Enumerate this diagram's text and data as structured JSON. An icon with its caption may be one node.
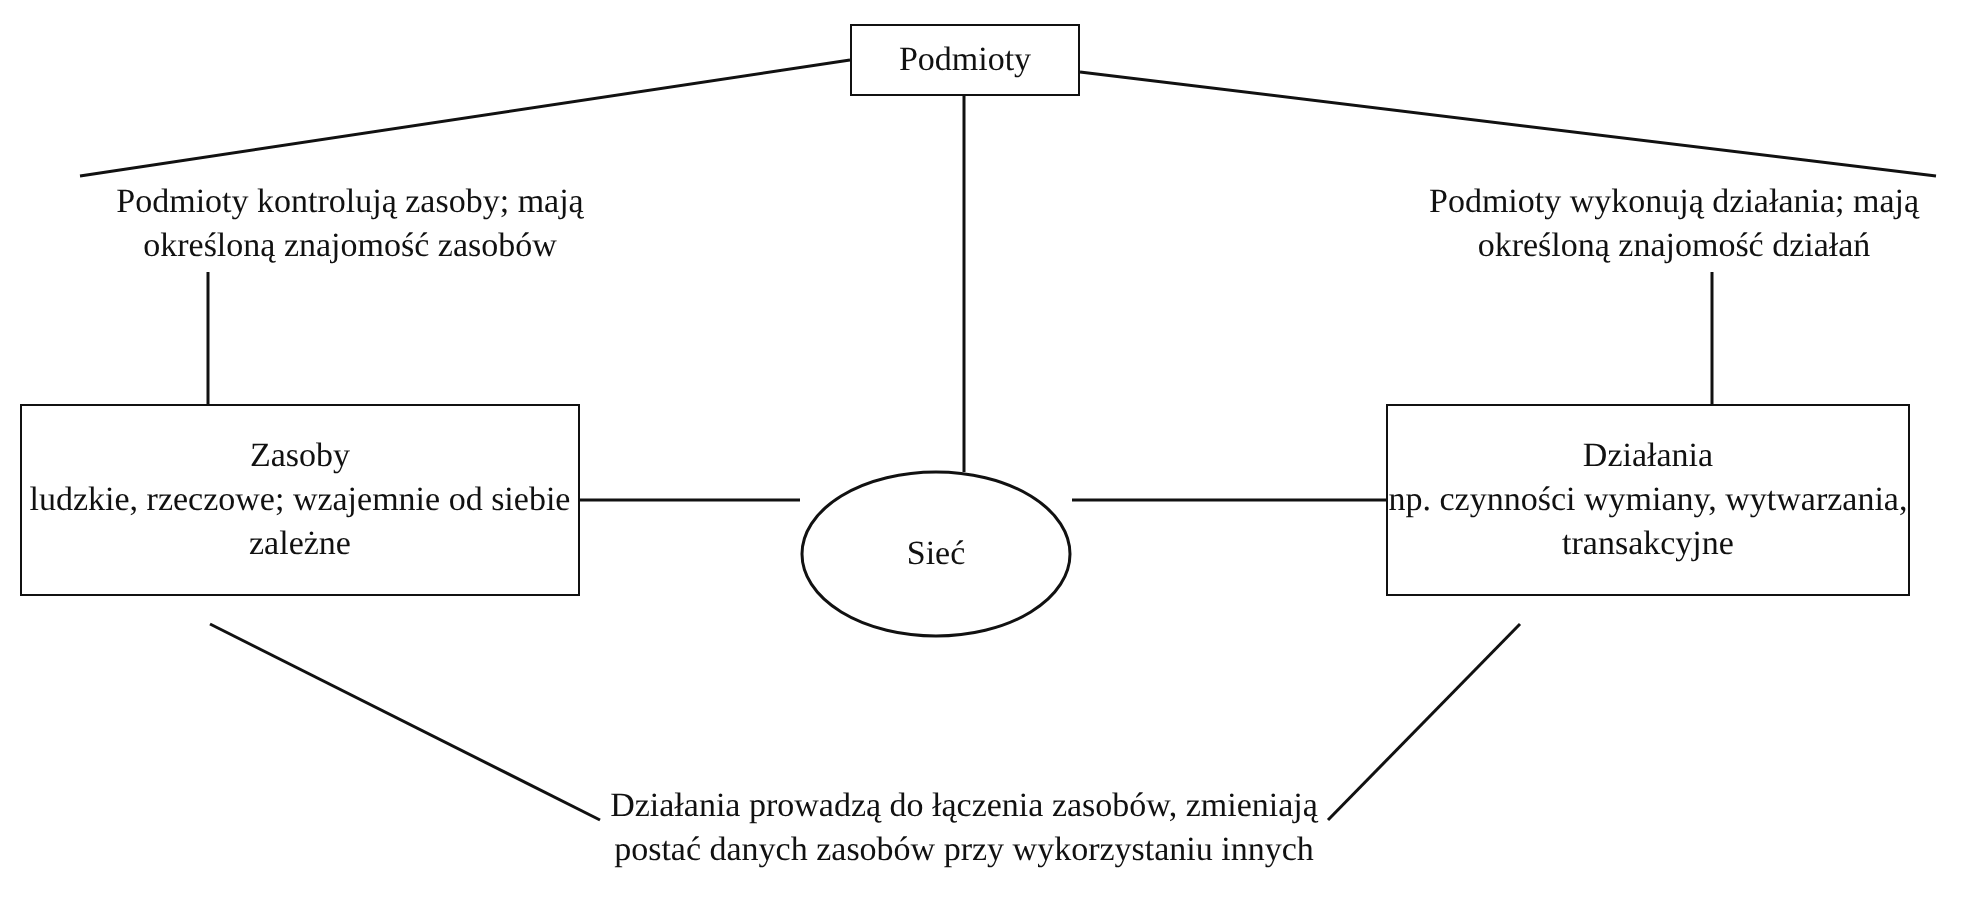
{
  "diagram": {
    "nodes": [
      {
        "text": [
          "Podmioty"
        ]
      },
      {
        "text": [
          "Podmioty kontrolują zasoby; mają określoną znajomość zasobów"
        ]
      },
      {
        "text": [
          "Podmioty wykonują działania; mają określoną znajomość działań"
        ]
      },
      {
        "text": [
          "Zasoby",
          "ludzkie, rzeczowe; wzajemnie od siebie zależne"
        ]
      },
      {
        "text": [
          "Sieć"
        ]
      },
      {
        "text": [
          "Działania",
          "np. czynności wymiany, wytwarzania, transakcyjne"
        ]
      },
      {
        "text": [
          "Działania prowadzą do łączenia zasobów, zmieniają postać danych zasobów przy wykorzystaniu innych"
        ]
      }
    ],
    "edges": [
      {
        "from": 0,
        "to": 1,
        "arrow": "none"
      },
      {
        "from": 1,
        "to": 3,
        "arrow": "none"
      },
      {
        "from": 0,
        "to": 2,
        "arrow": "none"
      },
      {
        "from": 2,
        "to": 5,
        "arrow": "none"
      },
      {
        "from": 0,
        "to": 4,
        "arrow": "none"
      },
      {
        "from": 3,
        "to": 4,
        "arrow": "none"
      },
      {
        "from": 4,
        "to": 5,
        "arrow": "none"
      },
      {
        "from": 3,
        "to": 6,
        "arrow": "none"
      },
      {
        "from": 5,
        "to": 6,
        "arrow": "none"
      }
    ]
  }
}
